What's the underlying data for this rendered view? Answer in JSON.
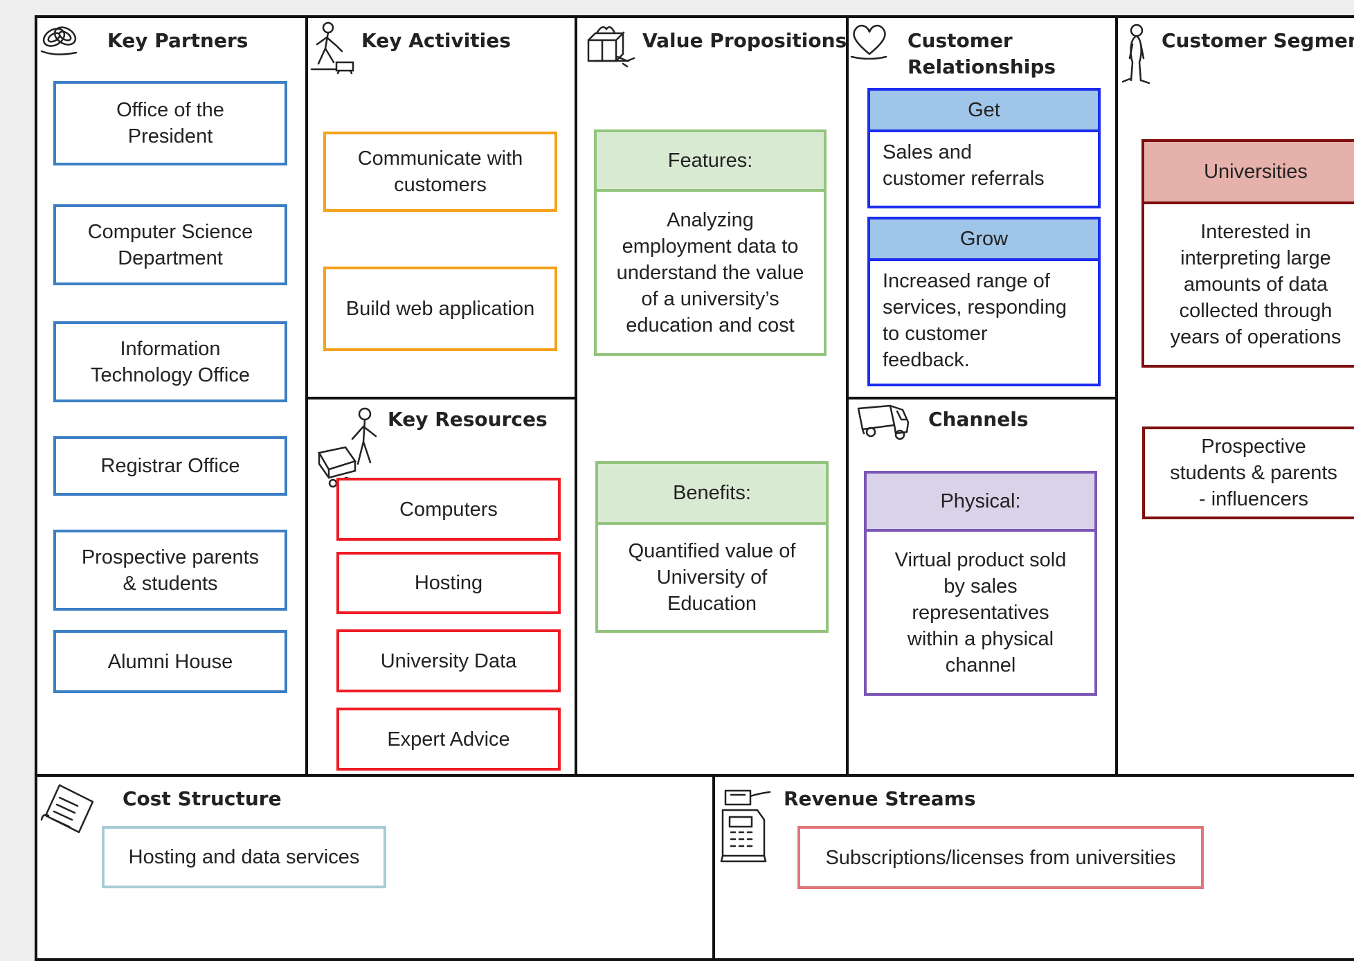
{
  "colors": {
    "partner_border": "#3c7fc4",
    "activity_border": "#f5a21c",
    "resource_border": "#ee1c24",
    "vp_border": "#93c47d",
    "vp_head_bg": "#d9ead3",
    "cr_border": "#1c2df0",
    "cr_head_bg": "#9fc5e8",
    "channel_border": "#7d57b5",
    "channel_head_bg": "#d9d2e9",
    "segment_border": "#7f0f0f",
    "segment_head_bg": "#e6b1aa",
    "cost_border": "#a7ccd6",
    "revenue_border": "#e0767a"
  },
  "key_partners": {
    "title": "Key Partners",
    "icon": "chain-link-icon",
    "items": [
      "Office of the\nPresident",
      "Computer Science\nDepartment",
      "Information\nTechnology Office",
      "Registrar Office",
      "Prospective parents\n& students",
      "Alumni House"
    ]
  },
  "key_activities": {
    "title": "Key Activities",
    "icon": "worker-icon",
    "items": [
      "Communicate with\ncustomers",
      "Build web application"
    ]
  },
  "key_resources": {
    "title": "Key Resources",
    "icon": "worker-with-cart-icon",
    "items": [
      "Computers",
      "Hosting",
      "University Data",
      "Expert Advice"
    ]
  },
  "value_propositions": {
    "title": "Value Propositions",
    "icon": "gift-icon",
    "features": {
      "head": "Features:",
      "body": "Analyzing\nemployment data to\nunderstand the value\nof a university’s\neducation and cost"
    },
    "benefits": {
      "head": "Benefits:",
      "body": "Quantified value of\nUniversity of\nEducation"
    }
  },
  "customer_relationships": {
    "title_line1": "Customer",
    "title_line2": "Relationships",
    "icon": "heart-icon",
    "get": {
      "head": "Get",
      "body": "Sales and\ncustomer referrals"
    },
    "grow": {
      "head": "Grow",
      "body": "Increased range of\nservices, responding\nto customer\nfeedback."
    }
  },
  "channels": {
    "title": "Channels",
    "icon": "truck-icon",
    "physical": {
      "head": "Physical:",
      "body": "Virtual product sold\nby sales\nrepresentatives\nwithin a physical\nchannel"
    }
  },
  "customer_segments": {
    "title": "Customer Segments",
    "icon": "person-icon",
    "universities": {
      "head": "Universities",
      "body": "Interested in\ninterpreting large\namounts of data\ncollected through\nyears of operations"
    },
    "prospective": "Prospective\nstudents & parents\n- influencers"
  },
  "cost_structure": {
    "title": "Cost Structure",
    "icon": "receipt-icon",
    "items": [
      "Hosting and data services"
    ]
  },
  "revenue_streams": {
    "title": "Revenue Streams",
    "icon": "cash-register-icon",
    "items": [
      "Subscriptions/licenses from universities"
    ]
  }
}
